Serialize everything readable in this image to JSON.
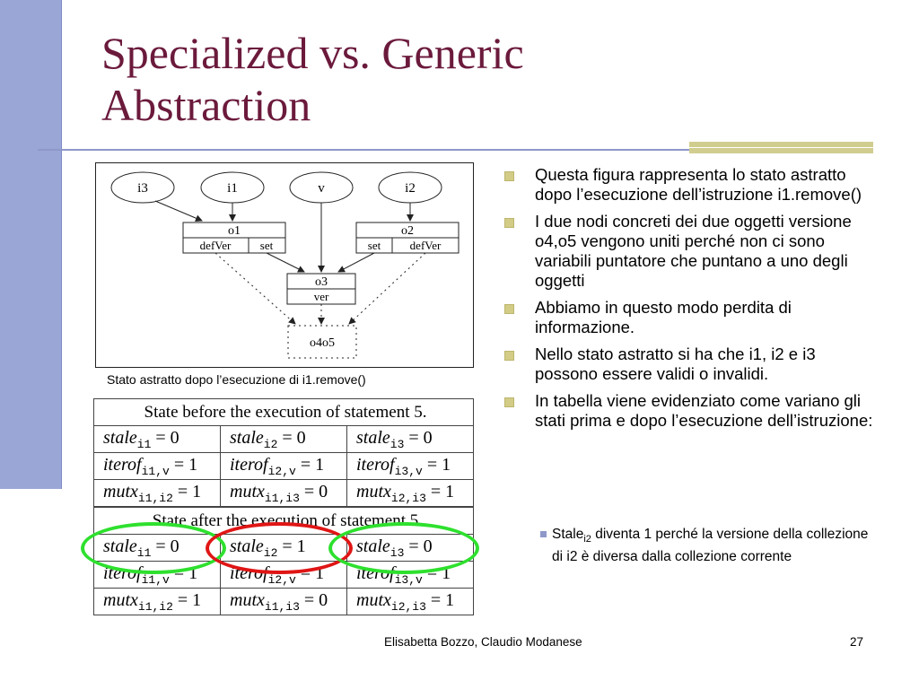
{
  "slide": {
    "title_line1": "Specialized vs. Generic",
    "title_line2": "Abstraction",
    "footer_authors": "Elisabetta Bozzo, Claudio Modanese",
    "page_number": "27"
  },
  "graph": {
    "nodes": {
      "i3": "i3",
      "i1": "i1",
      "v": "v",
      "i2": "i2",
      "o1": "o1",
      "o2": "o2",
      "o3": "o3",
      "o4o5": "o4o5"
    },
    "fields": {
      "defVer": "defVer",
      "set": "set",
      "ver": "ver"
    },
    "caption": "Stato astratto dopo l’esecuzione di i1.remove()"
  },
  "table_before": {
    "header": "State before the execution of statement 5.",
    "rows": [
      [
        {
          "v": "stale",
          "s": "i1",
          "r": "= 0"
        },
        {
          "v": "stale",
          "s": "i2",
          "r": "= 0"
        },
        {
          "v": "stale",
          "s": "i3",
          "r": "= 0"
        }
      ],
      [
        {
          "v": "iterof",
          "s": "i1,v",
          "r": "= 1"
        },
        {
          "v": "iterof",
          "s": "i2,v",
          "r": "= 1"
        },
        {
          "v": "iterof",
          "s": "i3,v",
          "r": "= 1"
        }
      ],
      [
        {
          "v": "mutx",
          "s": "i1,i2",
          "r": "= 1"
        },
        {
          "v": "mutx",
          "s": "i1,i3",
          "r": "= 0"
        },
        {
          "v": "mutx",
          "s": "i2,i3",
          "r": "= 1"
        }
      ]
    ]
  },
  "table_after": {
    "header": "State after the execution of statement 5",
    "rows": [
      [
        {
          "v": "stale",
          "s": "i1",
          "r": "= 0"
        },
        {
          "v": "stale",
          "s": "i2",
          "r": "= 1"
        },
        {
          "v": "stale",
          "s": "i3",
          "r": "= 0"
        }
      ],
      [
        {
          "v": "iterof",
          "s": "i1,v",
          "r": "= 1"
        },
        {
          "v": "iterof",
          "s": "i2,v",
          "r": "= 1"
        },
        {
          "v": "iterof",
          "s": "i3,v",
          "r": "= 1"
        }
      ],
      [
        {
          "v": "mutx",
          "s": "i1,i2",
          "r": "= 1"
        },
        {
          "v": "mutx",
          "s": "i1,i3",
          "r": "= 0"
        },
        {
          "v": "mutx",
          "s": "i2,i3",
          "r": "= 1"
        }
      ]
    ]
  },
  "bullets": [
    "Questa figura rappresenta lo stato astratto dopo l’esecuzione dell’istruzione i1.remove()",
    "I due nodi concreti dei due oggetti versione o4,o5 vengono uniti perché non ci sono variabili puntatore che puntano a uno degli oggetti",
    "Abbiamo in questo modo perdita di informazione.",
    "Nello stato astratto si ha che i1, i2 e i3 possono essere validi o invalidi.",
    "In tabella viene evidenziato come variano gli stati prima e dopo l’esecuzione dell’istruzione:"
  ],
  "sub_bullet": {
    "pre": "Stale",
    "sub": "i2",
    "post": " diventa 1 perché la versione della collezione di i2 è diversa dalla collezione corrente"
  },
  "colors": {
    "title": "#6b1a3c",
    "left_bar": "#9aa6d6",
    "bullet": "#d3cc86",
    "highlight_green": "#2ee02e",
    "highlight_red": "#e01515"
  }
}
